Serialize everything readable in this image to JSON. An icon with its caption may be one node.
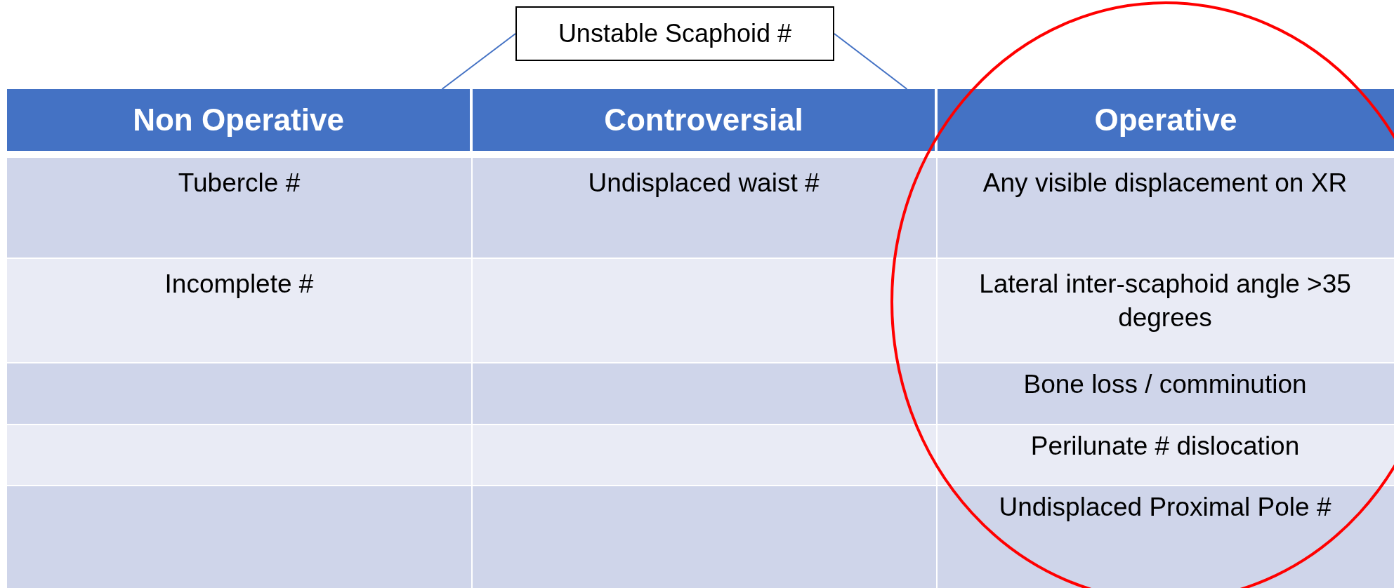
{
  "diagram": {
    "nodes": [
      {
        "text": [
          "Unstable Scaphoid #"
        ]
      },
      {
        "text": [
          "Non Operative"
        ]
      },
      {
        "text": [
          "Controversial"
        ]
      },
      {
        "text": [
          "Operative"
        ]
      }
    ],
    "edges": [
      {
        "from": 0,
        "to": 1,
        "arrow": "none"
      },
      {
        "from": 0,
        "to": 2,
        "arrow": "none"
      }
    ],
    "labels": [
      "Tubercle #",
      "Undisplaced waist #",
      "Any visible displacement on XR",
      "Incomplete #",
      "Lateral inter-scaphoid angle >35 degrees",
      "Bone loss / comminution",
      "Perilunate # dislocation",
      "Undisplaced Proximal Pole #"
    ]
  }
}
